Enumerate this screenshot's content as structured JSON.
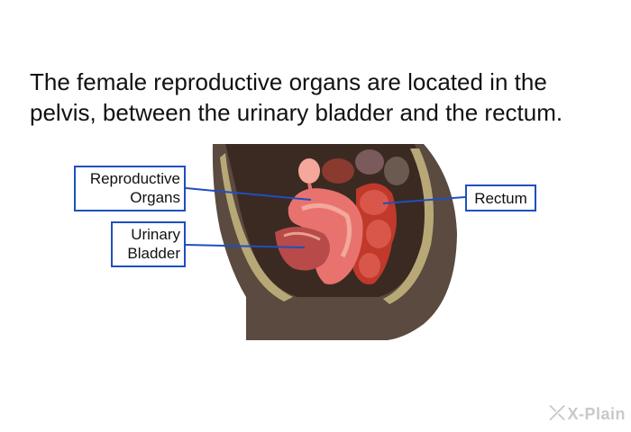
{
  "headline": "The female reproductive organs are located in the pelvis, between the urinary bladder and the rectum.",
  "labels": {
    "reproductive_line1": "Reproductive",
    "reproductive_line2": "Organs",
    "bladder_line1": "Urinary",
    "bladder_line2": "Bladder",
    "rectum": "Rectum"
  },
  "brand": {
    "text": "X-Plain",
    "icon": "x-plain-logo-icon"
  },
  "colors": {
    "callout_border": "#1f4fbf",
    "skin": "#5a4a40",
    "organ": "#e8736e",
    "organ_light": "#f4a79b",
    "bladder": "#b84a4a",
    "fat": "#b8a877",
    "cavity": "#3b2a22"
  }
}
